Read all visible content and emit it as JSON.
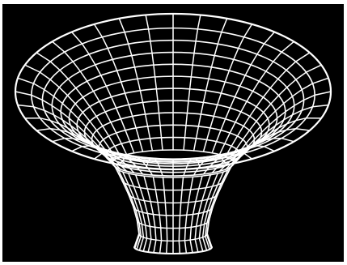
{
  "figure": {
    "subject": "wormhole-funnel-wireframe",
    "background_color": "#000000",
    "frame_color": "#ffffff",
    "line_color": "#ffffff",
    "rings": 11,
    "meridians": 36,
    "throat_rings": 6
  }
}
